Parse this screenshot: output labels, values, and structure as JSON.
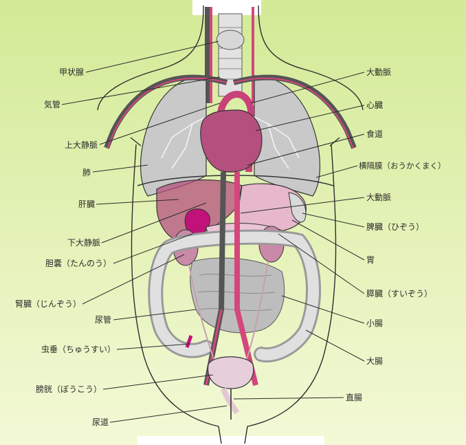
{
  "colors": {
    "background_top": "#d6eb9a",
    "background_bottom": "#f2f8d2",
    "organ_gray": "#c9c9c9",
    "organ_pink": "#b4507e",
    "organ_light_pink": "#e7b8cc",
    "vessel_dark": "#555555",
    "vessel_pink": "#d4477c",
    "outline": "#333333"
  },
  "labels": {
    "left": [
      "甲状腺",
      "気管",
      "上大静脈",
      "肺",
      "肝臓",
      "下大静脈",
      "胆嚢（たんのう）",
      "腎臓（じんぞう）",
      "尿管",
      "虫垂（ちゅうすい）",
      "膀胱（ぼうこう）",
      "尿道"
    ],
    "right": [
      "大動脈",
      "心臓",
      "食道",
      "横隔膜（おうかくまく）",
      "大動脈",
      "脾臓（ひぞう）",
      "胃",
      "膵臓（すいぞう）",
      "小腸",
      "大腸",
      "直腸"
    ]
  }
}
